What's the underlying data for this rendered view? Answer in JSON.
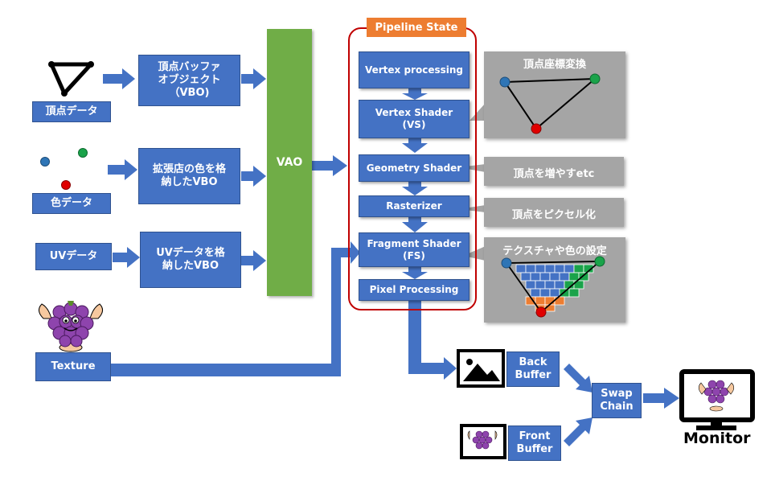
{
  "pipeline": {
    "title": "Pipeline State",
    "stages": [
      "Vertex processing",
      "Vertex Shader\n(VS)",
      "Geometry Shader",
      "Rasterizer",
      "Fragment Shader\n(FS)",
      "Pixel Processing"
    ]
  },
  "inputs": {
    "vertex_data": "頂点データ",
    "vbo": "頂点バッファ\nオブジェクト\n（VBO)",
    "color_data": "色データ",
    "color_vbo": "拡張店の色を格\n納したVBO",
    "uv_data": "UVデータ",
    "uv_vbo": "UVデータを格\n納したVBO",
    "texture": "Texture"
  },
  "vao": "VAO",
  "notes": {
    "vs": "頂点座標変換",
    "gs": "頂点を増やすetc",
    "rast": "頂点をピクセル化",
    "fs": "テクスチャや色の設定"
  },
  "output": {
    "back_buffer": "Back\nBuffer",
    "front_buffer": "Front\nBuffer",
    "swap_chain": "Swap\nChain",
    "monitor": "Monitor"
  },
  "colors": {
    "box_blue": "#4472c4",
    "vao_green": "#70ad47",
    "pipeline_border": "#c00000",
    "tab_orange": "#ed7d31",
    "note_gray": "#a5a5a5",
    "dot_red": "#e00000",
    "dot_green": "#1aa34a",
    "dot_blue": "#2e75b6"
  }
}
